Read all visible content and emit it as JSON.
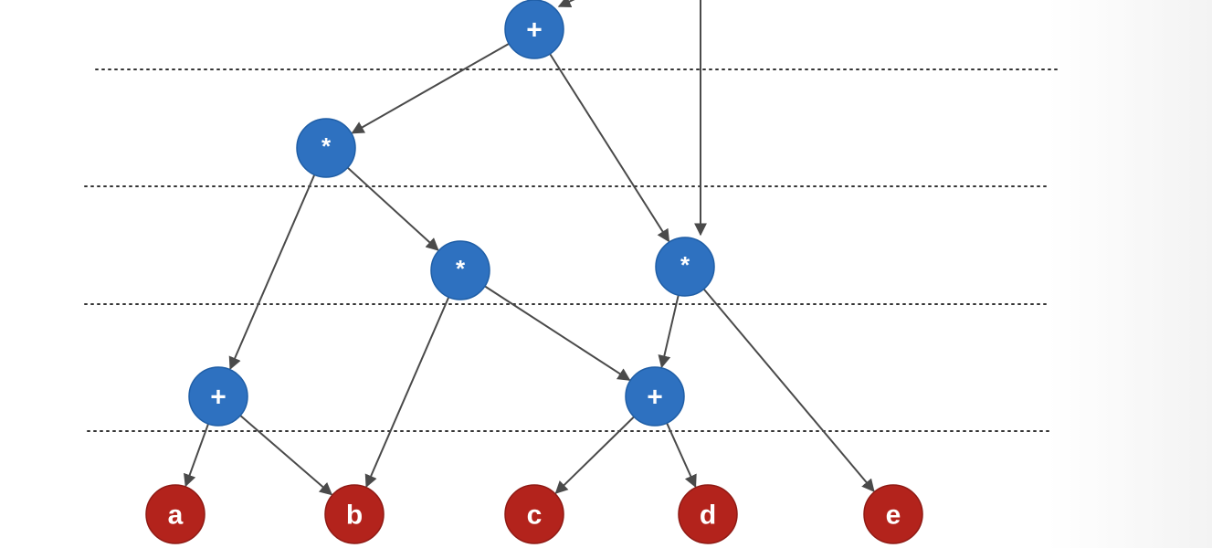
{
  "diagram": {
    "op_color": "#2e71c0",
    "op_stroke": "#1f5ea6",
    "leaf_color": "#b3231c",
    "leaf_stroke": "#8f1a14",
    "edge_color": "#4a4a4a",
    "divider_color": "#333333",
    "nodes": {
      "plus_root": {
        "label": "+",
        "kind": "op"
      },
      "mul_left": {
        "label": "*",
        "kind": "op"
      },
      "mul_mid": {
        "label": "*",
        "kind": "op"
      },
      "mul_right": {
        "label": "*",
        "kind": "op"
      },
      "plus_left": {
        "label": "+",
        "kind": "op"
      },
      "plus_right": {
        "label": "+",
        "kind": "op"
      },
      "leaf_a": {
        "label": "a",
        "kind": "leaf"
      },
      "leaf_b": {
        "label": "b",
        "kind": "leaf"
      },
      "leaf_c": {
        "label": "c",
        "kind": "leaf"
      },
      "leaf_d": {
        "label": "d",
        "kind": "leaf"
      },
      "leaf_e": {
        "label": "e",
        "kind": "leaf"
      }
    },
    "edges": [
      [
        "plus_root",
        "mul_left"
      ],
      [
        "plus_root",
        "mul_right"
      ],
      [
        "mul_left",
        "plus_left"
      ],
      [
        "mul_left",
        "mul_mid"
      ],
      [
        "mul_mid",
        "leaf_b"
      ],
      [
        "mul_mid",
        "plus_right"
      ],
      [
        "mul_right",
        "plus_right"
      ],
      [
        "mul_right",
        "leaf_e"
      ],
      [
        "plus_left",
        "leaf_a"
      ],
      [
        "plus_left",
        "leaf_b"
      ],
      [
        "plus_right",
        "leaf_c"
      ],
      [
        "plus_right",
        "leaf_d"
      ]
    ]
  }
}
